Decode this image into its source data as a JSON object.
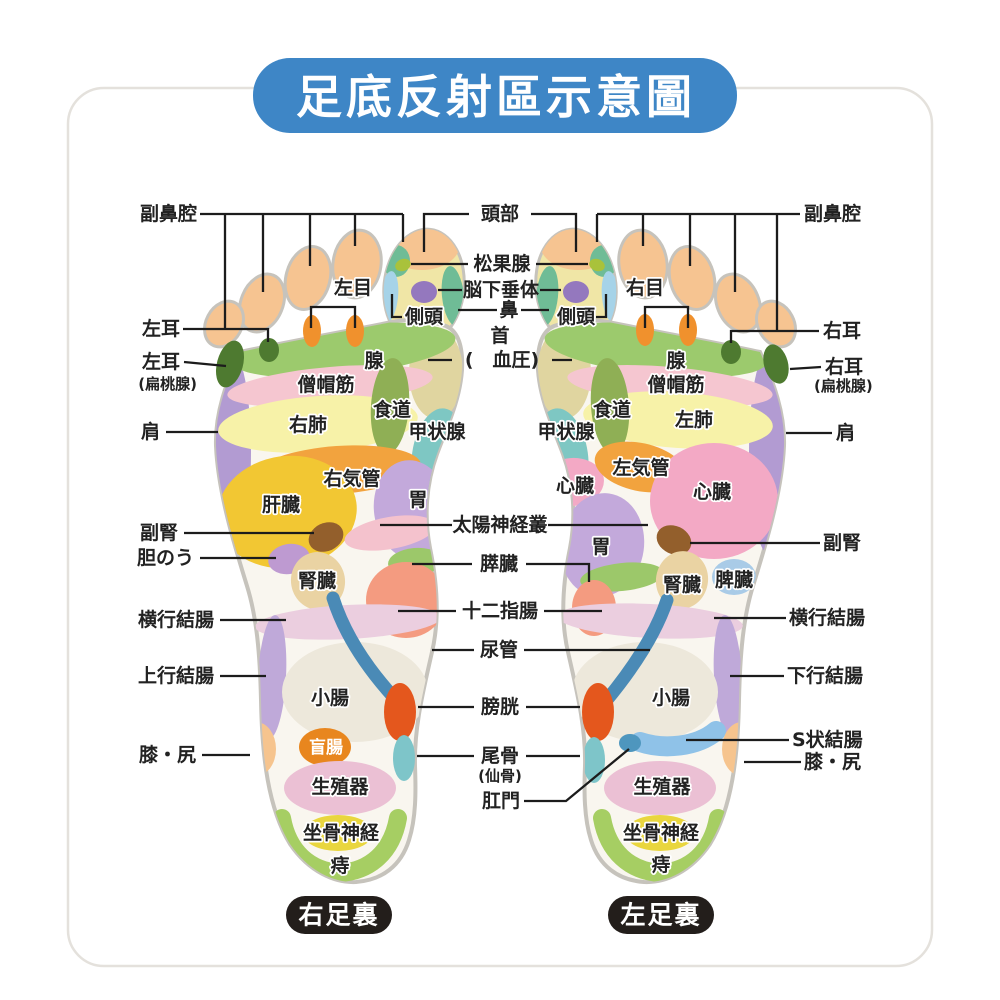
{
  "title": "足底反射區示意圖",
  "footer": {
    "right_foot": "右足裏",
    "left_foot": "左足裏"
  },
  "labels": {
    "sinus": "副鼻腔",
    "head": "頭部",
    "pineal": "松果腺",
    "pituitary": "脳下垂体",
    "temporal": "側頭",
    "nose": "鼻",
    "neck": "首",
    "blood_pressure": "(　血圧)",
    "left_eye": "左目",
    "right_eye": "右目",
    "left_ear": "左耳",
    "right_ear": "右耳",
    "tonsil": "(扁桃腺)",
    "shoulder": "肩",
    "gland": "腺",
    "trapezius": "僧帽筋",
    "right_lung": "右肺",
    "left_lung": "左肺",
    "esophagus": "食道",
    "thyroid": "甲状腺",
    "right_trachea": "右気管",
    "left_trachea": "左気管",
    "liver": "肝臓",
    "heart": "心臓",
    "stomach": "胃",
    "adrenal": "副腎",
    "gallbladder": "胆のう",
    "kidney": "腎臓",
    "spleen": "脾臓",
    "solar_plexus": "太陽神経叢",
    "pancreas": "膵臓",
    "duodenum": "十二指腸",
    "ureter": "尿管",
    "bladder": "膀胱",
    "transverse_colon": "横行結腸",
    "ascending_colon": "上行結腸",
    "descending_colon": "下行結腸",
    "sigmoid_colon": "S状結腸",
    "small_intestine": "小腸",
    "cecum": "盲腸",
    "coccyx": "尾骨",
    "sacrum": "(仙骨)",
    "anus": "肛門",
    "knee_hip": "膝・尻",
    "genitals": "生殖器",
    "sciatic_nerve": "坐骨神経",
    "hemorrhoid": "痔"
  },
  "colors": {
    "title_bg": "#3E86C6",
    "title_text": "#FFFFFF",
    "card_border": "#E4E1DC",
    "line": "#1C1C1C",
    "pill_bg": "#231E1B",
    "outline": "#C6C3BC",
    "sole_base": "#F9F6EF",
    "toe": "#F6C491",
    "big_toe": "#F0E6A6",
    "neck_zone": "#E0D5A0",
    "gland": "#9CCA6D",
    "trapezius": "#F5C6D0",
    "lung": "#F7F2A8",
    "esophagus": "#8FAF55",
    "thyroid": "#7EC7C3",
    "trachea": "#F2A33E",
    "liver": "#F2C733",
    "stomach": "#C3A9DB",
    "heart": "#F3A9C5",
    "solar_plexus": "#F4C2CD",
    "pancreas": "#9CC86A",
    "duodenum": "#F49B80",
    "adrenal": "#935F2C",
    "gallbladder": "#BE9AD1",
    "kidney": "#EAD3A3",
    "spleen": "#A9CBE7",
    "transverse_colon": "#EBCEDF",
    "colon": "#BFA9D9",
    "small_intestine": "#EDE8DB",
    "ureter": "#4A8AB6",
    "bladder": "#E4571D",
    "cecum": "#E8861E",
    "coccyx": "#7EC5C9",
    "sigmoid": "#8FC2E8",
    "anus_spot": "#4E96BE",
    "knee_hip": "#F6C48E",
    "genitals": "#EBC0D4",
    "sciatic": "#E9D63E",
    "hemorrhoid": "#A6CE63",
    "ear": "#4E7A30",
    "eye": "#F0912D",
    "shoulder": "#B29BD2",
    "pineal": "#A9C23B",
    "pituitary": "#9478BE",
    "temporal": "#A6D3E8",
    "nose_zone": "#6FBC96"
  }
}
